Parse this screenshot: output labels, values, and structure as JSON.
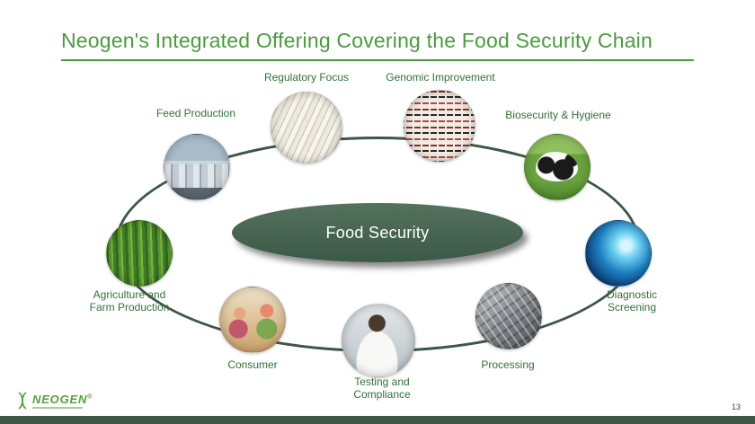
{
  "title": "Neogen's Integrated Offering Covering the Food Security Chain",
  "center": {
    "label": "Food Security"
  },
  "nodes": [
    {
      "label": "Feed Production",
      "image": "grain-silos-photo"
    },
    {
      "label": "Regulatory Focus",
      "image": "regulatory-documents-photo"
    },
    {
      "label": "Genomic Improvement",
      "image": "dna-gel-photo"
    },
    {
      "label": "Biosecurity & Hygiene",
      "image": "dairy-cow-photo"
    },
    {
      "label": "Diagnostic Screening",
      "image": "blue-dna-tech-photo"
    },
    {
      "label": "Processing",
      "image": "processing-machinery-photo"
    },
    {
      "label": "Testing and Compliance",
      "image": "lab-scientist-photo"
    },
    {
      "label": "Consumer",
      "image": "family-cooking-photo"
    },
    {
      "label": "Agriculture and Farm Production",
      "image": "corn-field-photo"
    }
  ],
  "footer": {
    "logo_text": "NEOGEN",
    "logo_reg": "®",
    "page_number": "13"
  },
  "colors": {
    "title_green": "#4c9a3f",
    "label_green": "#33703a",
    "ring_green": "#3d5646",
    "center_ellipse_green": "#47634f",
    "footer_bar_green": "#3d5646",
    "logo_green": "#57a13b"
  }
}
